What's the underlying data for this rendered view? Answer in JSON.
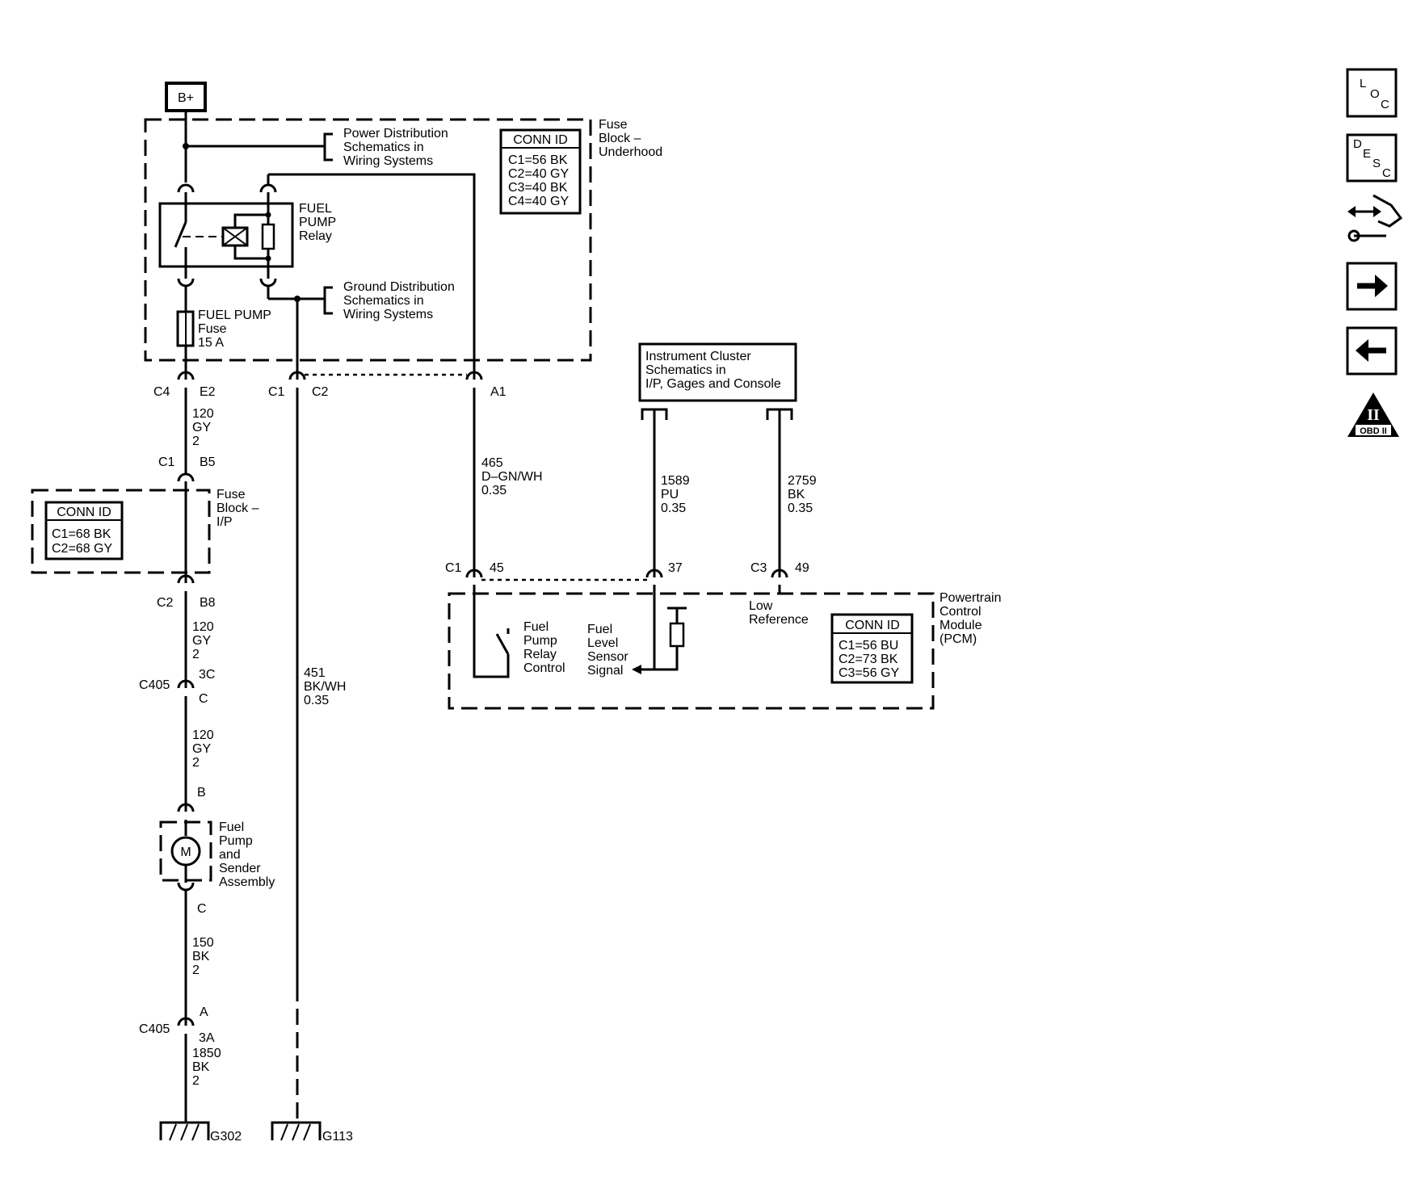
{
  "battery": "B+",
  "fuse_block_underhood": {
    "title": [
      "Fuse",
      "Block –",
      "Underhood"
    ],
    "conn_title": "CONN ID",
    "conn": [
      "C1=56 BK",
      "C2=40 GY",
      "C3=40 BK",
      "C4=40 GY"
    ]
  },
  "power_dist": [
    "Power Distribution",
    "Schematics in",
    "Wiring Systems"
  ],
  "ground_dist": [
    "Ground Distribution",
    "Schematics in",
    "Wiring Systems"
  ],
  "relay": [
    "FUEL",
    "PUMP",
    "Relay"
  ],
  "fuse": [
    "FUEL PUMP",
    "Fuse",
    "15 A"
  ],
  "pins": {
    "c4": "C4",
    "e2": "E2",
    "c1a": "C1",
    "c2a": "C2",
    "a1": "A1",
    "c1b": "C1",
    "b5": "B5",
    "c2b": "C2",
    "b8": "B8",
    "c405a": "C405",
    "p3c": "3C",
    "pc1": "C",
    "pb": "B",
    "pc2": "C",
    "pa": "A",
    "c405b": "C405",
    "p3a": "3A",
    "pcm_c1": "C1",
    "p45": "45",
    "p37": "37",
    "pcm_c3": "C3",
    "p49": "49"
  },
  "wires": {
    "w120a": [
      "120",
      "GY",
      "2"
    ],
    "w120b": [
      "120",
      "GY",
      "2"
    ],
    "w120c": [
      "120",
      "GY",
      "2"
    ],
    "w150": [
      "150",
      "BK",
      "2"
    ],
    "w1850": [
      "1850",
      "BK",
      "2"
    ],
    "w451": [
      "451",
      "BK/WH",
      "0.35"
    ],
    "w465": [
      "465",
      "D–GN/WH",
      "0.35"
    ],
    "w1589": [
      "1589",
      "PU",
      "0.35"
    ],
    "w2759": [
      "2759",
      "BK",
      "0.35"
    ]
  },
  "fuse_block_ip": {
    "title": [
      "Fuse",
      "Block –",
      "I/P"
    ],
    "conn_title": "CONN ID",
    "conn": [
      "C1=68 BK",
      "C2=68 GY"
    ]
  },
  "fuel_pump_assembly": [
    "Fuel",
    "Pump",
    "and",
    "Sender",
    "Assembly"
  ],
  "motor": "M",
  "grounds": {
    "g302": "G302",
    "g113": "G113"
  },
  "instrument_cluster": [
    "Instrument Cluster",
    "Schematics in",
    "I/P, Gages and Console"
  ],
  "pcm": {
    "title": [
      "Powertrain",
      "Control",
      "Module",
      "(PCM)"
    ],
    "conn_title": "CONN ID",
    "conn": [
      "C1=56 BU",
      "C2=73 BK",
      "C3=56 GY"
    ],
    "relay_control": [
      "Fuel",
      "Pump",
      "Relay",
      "Control"
    ],
    "sensor_signal": [
      "Fuel",
      "Level",
      "Sensor",
      "Signal"
    ],
    "low_ref": [
      "Low",
      "Reference"
    ]
  },
  "nav": {
    "loc": [
      "L",
      "O",
      "C"
    ],
    "desc": [
      "D",
      "E",
      "S",
      "C"
    ],
    "obd": "OBD II",
    "obd_num": "II"
  }
}
